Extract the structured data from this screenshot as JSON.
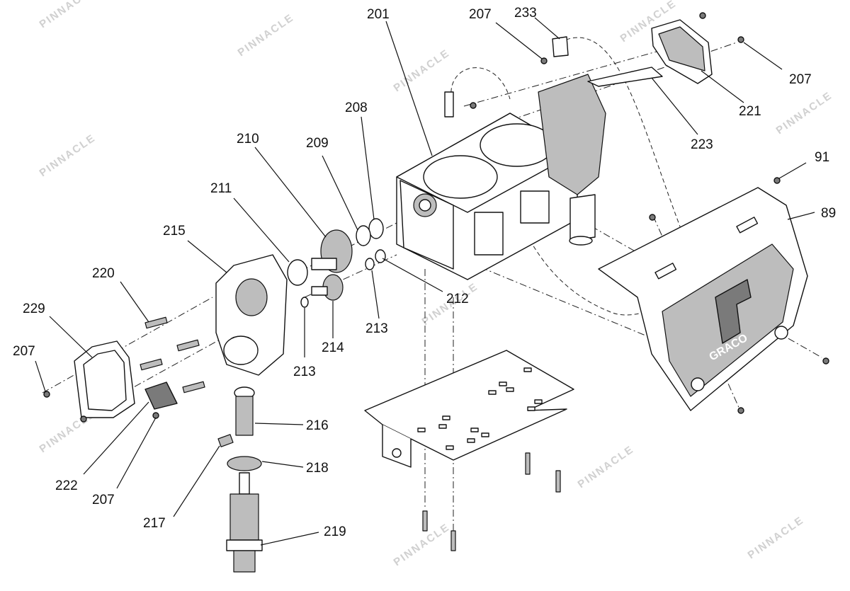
{
  "watermark": {
    "text": "PINNACLE"
  },
  "cover": {
    "logo_text": "GRACO"
  },
  "callouts": [
    {
      "id": "c201",
      "label": "201"
    },
    {
      "id": "c207a",
      "label": "207"
    },
    {
      "id": "c233",
      "label": "233"
    },
    {
      "id": "c207b",
      "label": "207"
    },
    {
      "id": "c221",
      "label": "221"
    },
    {
      "id": "c223",
      "label": "223"
    },
    {
      "id": "c208",
      "label": "208"
    },
    {
      "id": "c210",
      "label": "210"
    },
    {
      "id": "c209",
      "label": "209"
    },
    {
      "id": "c91",
      "label": "91"
    },
    {
      "id": "c89",
      "label": "89"
    },
    {
      "id": "c211",
      "label": "211"
    },
    {
      "id": "c215",
      "label": "215"
    },
    {
      "id": "c212",
      "label": "212"
    },
    {
      "id": "c220",
      "label": "220"
    },
    {
      "id": "c213a",
      "label": "213"
    },
    {
      "id": "c229",
      "label": "229"
    },
    {
      "id": "c214",
      "label": "214"
    },
    {
      "id": "c207c",
      "label": "207"
    },
    {
      "id": "c213b",
      "label": "213"
    },
    {
      "id": "c216",
      "label": "216"
    },
    {
      "id": "c218",
      "label": "218"
    },
    {
      "id": "c222",
      "label": "222"
    },
    {
      "id": "c207d",
      "label": "207"
    },
    {
      "id": "c217",
      "label": "217"
    },
    {
      "id": "c219",
      "label": "219"
    }
  ]
}
